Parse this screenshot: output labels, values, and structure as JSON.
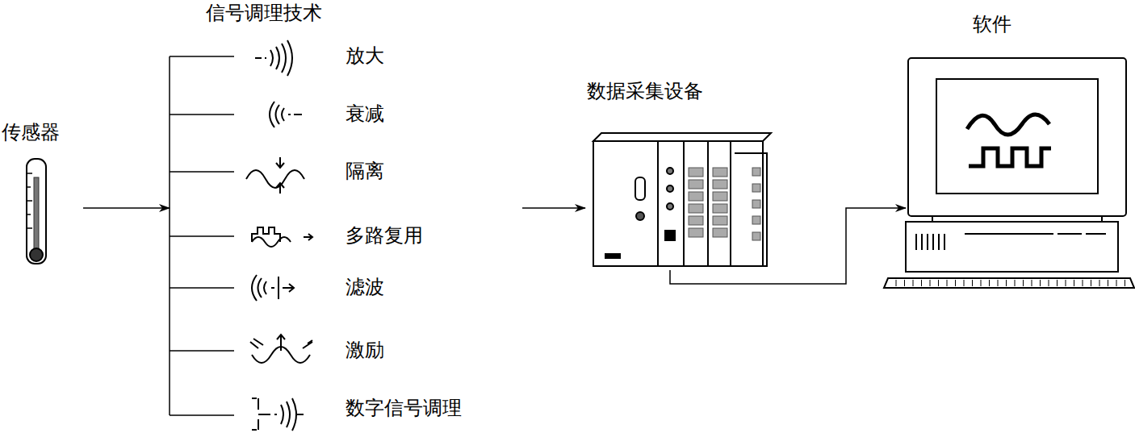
{
  "diagram": {
    "nodes": [
      {
        "text": [
          "传感器"
        ]
      },
      {
        "text": [
          "信号调理技术"
        ]
      },
      {
        "text": [
          "数据采集设备"
        ]
      },
      {
        "text": [
          "软件"
        ]
      }
    ],
    "edges": [
      {
        "from": 0,
        "to": 1,
        "arrow": "to"
      },
      {
        "from": 1,
        "to": 2,
        "arrow": "to"
      },
      {
        "from": 2,
        "to": 3,
        "arrow": "to"
      }
    ],
    "labels": [
      "放大",
      "衰减",
      "隔离",
      "多路复用",
      "滤波",
      "激励",
      "数字信号调理"
    ]
  }
}
